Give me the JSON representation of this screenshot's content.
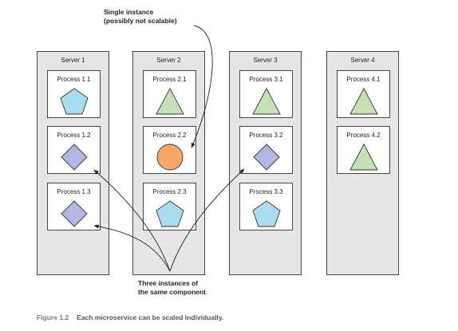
{
  "annotations": {
    "top_line1": "Single instance",
    "top_line2": "(possibly not scalable)",
    "bottom_line1": "Three instances of",
    "bottom_line2": "the same component"
  },
  "servers": [
    {
      "title": "Server 1",
      "processes": [
        {
          "label": "Process 1.1",
          "shape": "pentagon",
          "color": "#a9dcef"
        },
        {
          "label": "Process 1.2",
          "shape": "diamond",
          "color": "#b3b6e4"
        },
        {
          "label": "Process 1.3",
          "shape": "diamond",
          "color": "#b3b6e4"
        }
      ]
    },
    {
      "title": "Server 2",
      "processes": [
        {
          "label": "Process 2.1",
          "shape": "triangle",
          "color": "#c4e2b6"
        },
        {
          "label": "Process 2.2",
          "shape": "circle",
          "color": "#f7a868"
        },
        {
          "label": "Process 2.3",
          "shape": "pentagon",
          "color": "#a9dcef"
        }
      ]
    },
    {
      "title": "Server 3",
      "processes": [
        {
          "label": "Process 3.1",
          "shape": "triangle",
          "color": "#c4e2b6"
        },
        {
          "label": "Process 3.2",
          "shape": "diamond",
          "color": "#b3b6e4"
        },
        {
          "label": "Process 3.3",
          "shape": "pentagon",
          "color": "#a9dcef"
        }
      ]
    },
    {
      "title": "Server 4",
      "processes": [
        {
          "label": "Process 4.1",
          "shape": "triangle",
          "color": "#c4e2b6"
        },
        {
          "label": "Process 4.2",
          "shape": "triangle",
          "color": "#c4e2b6"
        }
      ]
    }
  ],
  "caption": {
    "figure": "Figure 1.2",
    "text": "Each microservice can be scaled individually."
  }
}
